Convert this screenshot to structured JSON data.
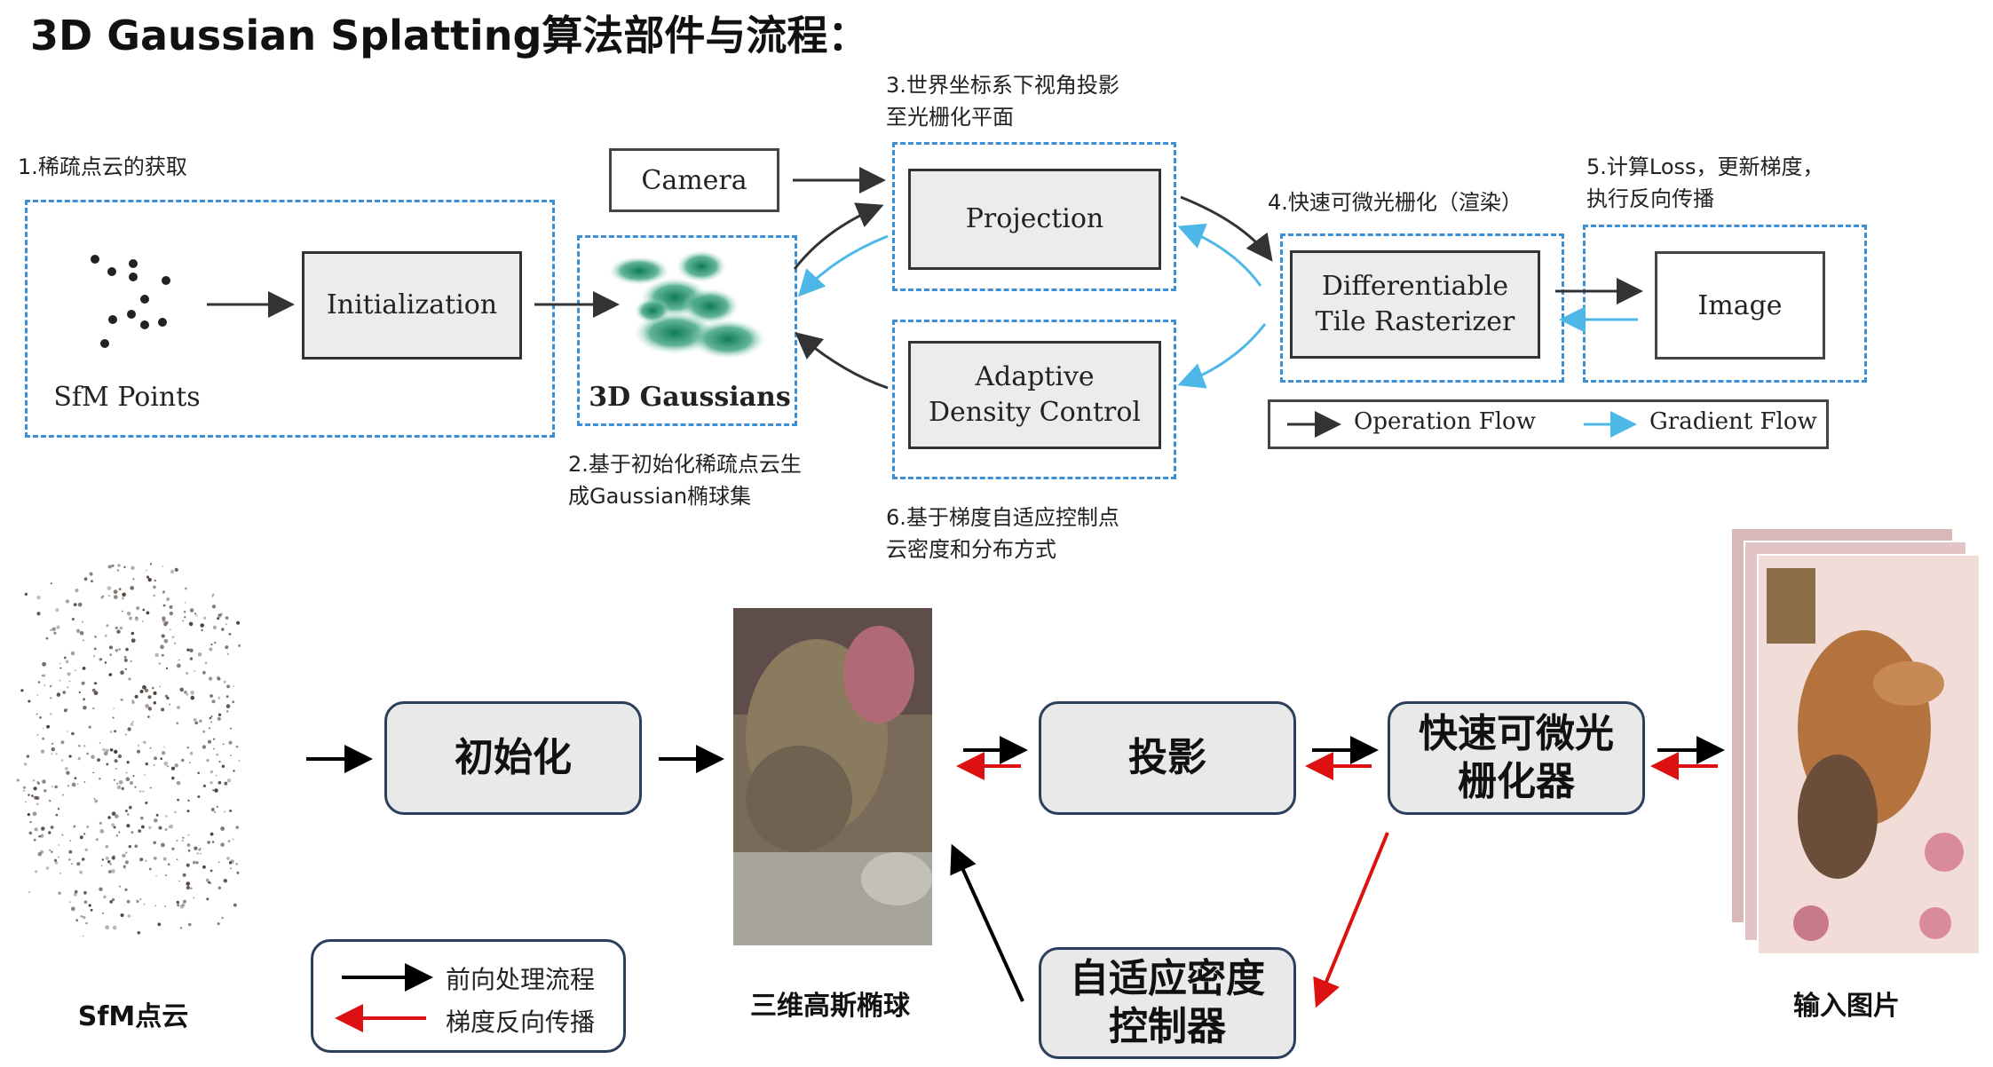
{
  "title": "3D Gaussian Splatting算法部件与流程：",
  "notes": {
    "step1": "1.稀疏点云的获取",
    "step2": "2.基于初始化稀疏点云生\n成Gaussian椭球集",
    "step3": "3.世界坐标系下视角投影\n至光栅化平面",
    "step4": "4.快速可微光栅化（渲染）",
    "step5": "5.计算Loss，更新梯度，\n执行反向传播",
    "step6": "6.基于梯度自适应控制点\n云密度和分布方式"
  },
  "top_diagram": {
    "sfm_points": "SfM Points",
    "initialization": "Initialization",
    "gaussians": "3D Gaussians",
    "camera": "Camera",
    "projection": "Projection",
    "adc": "Adaptive\nDensity Control",
    "rasterizer": "Differentiable\nTile Rasterizer",
    "image": "Image",
    "legend": {
      "operation": "Operation Flow",
      "gradient": "Gradient Flow"
    },
    "colors": {
      "operation": "#333333",
      "gradient": "#4db8e8",
      "dashed": "#3b8fd6"
    }
  },
  "bottom_diagram": {
    "init": "初始化",
    "projection": "投影",
    "rasterizer": "快速可微光\n栅化器",
    "adc": "自适应密度\n控制器",
    "sfm_caption": "SfM点云",
    "gaussian_caption": "三维高斯椭球",
    "input_caption": "输入图片",
    "legend": {
      "forward": "前向处理流程",
      "backward": "梯度反向传播"
    },
    "colors": {
      "forward": "#000000",
      "backward": "#dd1111"
    }
  }
}
